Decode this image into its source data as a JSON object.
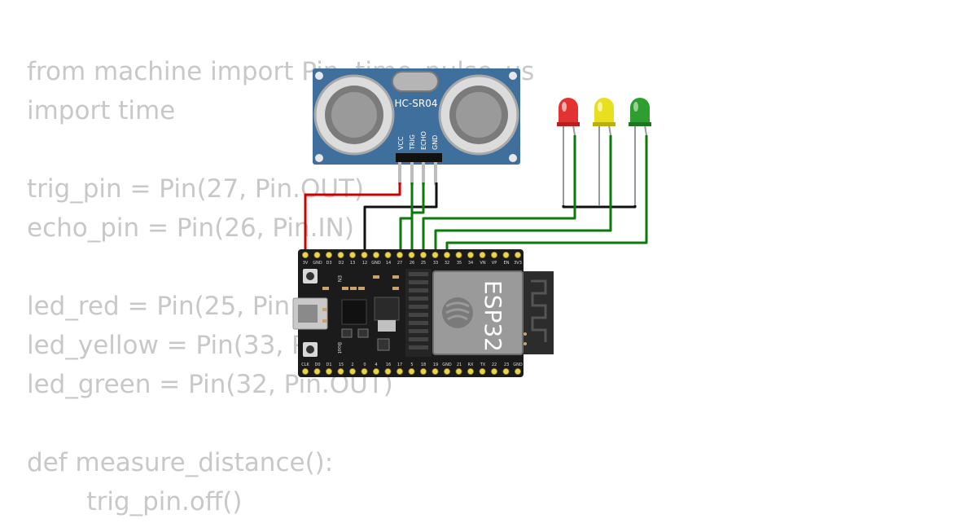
{
  "code_lines": [
    "from machine import Pin, time_pulse_us",
    "import time",
    "",
    "trig_pin = Pin(27, Pin.OUT)",
    "echo_pin = Pin(26, Pin.IN)",
    "",
    "led_red = Pin(25, Pin.OUT)",
    "led_yellow = Pin(33, Pin.OUT)",
    "led_green = Pin(32, Pin.OUT)",
    "",
    "def measure_distance():",
    "    trig_pin.off()"
  ],
  "sensor": {
    "label": "HC-SR04",
    "pins": [
      "VCC",
      "TRIG",
      "ECHO",
      "GND"
    ]
  },
  "board": {
    "label": "ESP32",
    "top_pins": [
      "3V",
      "GND",
      "D3",
      "D2",
      "13",
      "12",
      "GND",
      "14",
      "27",
      "26",
      "25",
      "33",
      "32",
      "35",
      "34",
      "VN",
      "VP",
      "EN",
      "3V3"
    ],
    "bottom_pins": [
      "CLK",
      "D0",
      "D1",
      "15",
      "2",
      "0",
      "4",
      "16",
      "17",
      "5",
      "18",
      "19",
      "GND",
      "21",
      "RX",
      "TX",
      "22",
      "23",
      "GND"
    ],
    "side_labels": [
      "EN",
      "Boot"
    ]
  },
  "colors": {
    "wire_red": "#d00000",
    "wire_green": "#0a7a0a",
    "wire_black": "#111111",
    "led_red": "#e23232",
    "led_yellow": "#e8e01e",
    "led_green": "#2e9e2e",
    "sensor_blue": "#3f6f9c",
    "board_black": "#1b1b1b"
  }
}
